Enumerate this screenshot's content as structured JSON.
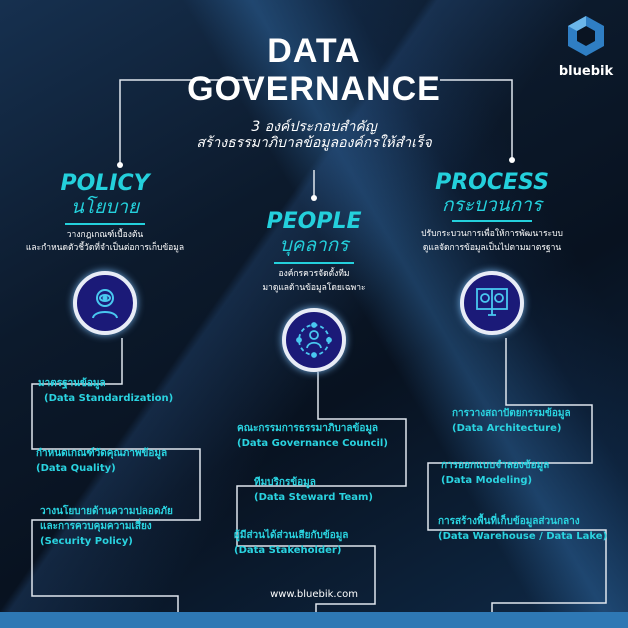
{
  "header": {
    "title_line1": "DATA",
    "title_line2": "GOVERNANCE",
    "subtitle_line1": "3 องค์ประกอบสำคัญ",
    "subtitle_line2": "สร้างธรรมาภิบาลข้อมูลองค์กรให้สำเร็จ"
  },
  "logo": {
    "name": "bluebik"
  },
  "policy": {
    "title": "POLICY",
    "title_th": "นโยบาย",
    "desc1": "วางกฎเกณฑ์เบื้องต้น",
    "desc2": "และกำหนดตัวชี้วัดที่จำเป็นต่อการเก็บข้อมูล",
    "icon": "eye-person-icon",
    "items": [
      {
        "th": "มาตรฐานข้อมูล",
        "en": "(Data Standardization)"
      },
      {
        "th": "กำหนดเกณฑ์วัดคุณภาพข้อมูล",
        "en": "(Data Quality)"
      },
      {
        "th1": "วางนโยบายด้านความปลอดภัย",
        "th2": "และการควบคุมความเสี่ยง",
        "en": "(Security Policy)"
      }
    ]
  },
  "people": {
    "title": "PEOPLE",
    "title_th": "บุคลากร",
    "desc1": "องค์กรควรจัดตั้งทีม",
    "desc2": "มาดูแลด้านข้อมูลโดยเฉพาะ",
    "icon": "person-network-icon",
    "items": [
      {
        "th": "คณะกรรมการธรรมาภิบาลข้อมูล",
        "en": "(Data Governance Council)"
      },
      {
        "th": "ทีมบริกรข้อมูล",
        "en": "(Data Steward Team)"
      },
      {
        "th": "ผู้มีส่วนได้ส่วนเสียกับข้อมูล",
        "en": "(Data Stakeholder)"
      }
    ]
  },
  "process": {
    "title": "PROCESS",
    "title_th": "กระบวนการ",
    "desc1": "ปรับกระบวนการเพื่อให้การพัฒนาระบบ",
    "desc2": "ดูแลจัดการข้อมูลเป็นไปตามมาตรฐาน",
    "icon": "monitor-ab-icon",
    "items": [
      {
        "th": "การวางสถาปัตยกรรมข้อมูล",
        "en": "(Data Architecture)"
      },
      {
        "th": "การออกแบบจำลองข้อมูล",
        "en": "(Data Modeling)"
      },
      {
        "th": "การสร้างพื้นที่เก็บข้อมูลส่วนกลาง",
        "en": "(Data Warehouse / Data Lake)"
      }
    ]
  },
  "footer": {
    "url": "www.bluebik.com"
  },
  "colors": {
    "accent": "#24d0dc",
    "bar": "#2e78b4",
    "icon_bg": "#1b1a78"
  }
}
